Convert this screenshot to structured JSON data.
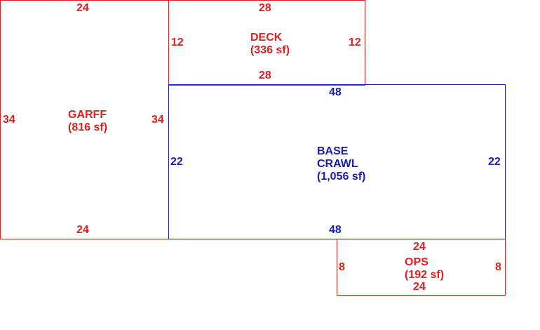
{
  "colors": {
    "red": "#e02020",
    "blue": "#1a1ab8"
  },
  "garff": {
    "name": "GARFF",
    "area": "(816 sf)",
    "top": "24",
    "bottom": "24",
    "left": "34",
    "right": "34"
  },
  "deck": {
    "name": "DECK",
    "area": "(336 sf)",
    "top": "28",
    "bottom": "28",
    "left": "12",
    "right": "12"
  },
  "base": {
    "name_line1": "BASE",
    "name_line2": "CRAWL",
    "area": "(1,056 sf)",
    "top": "48",
    "bottom": "48",
    "left": "22",
    "right": "22"
  },
  "ops": {
    "name": "OPS",
    "area": "(192 sf)",
    "top": "24",
    "bottom": "24",
    "left": "8",
    "right": "8"
  }
}
